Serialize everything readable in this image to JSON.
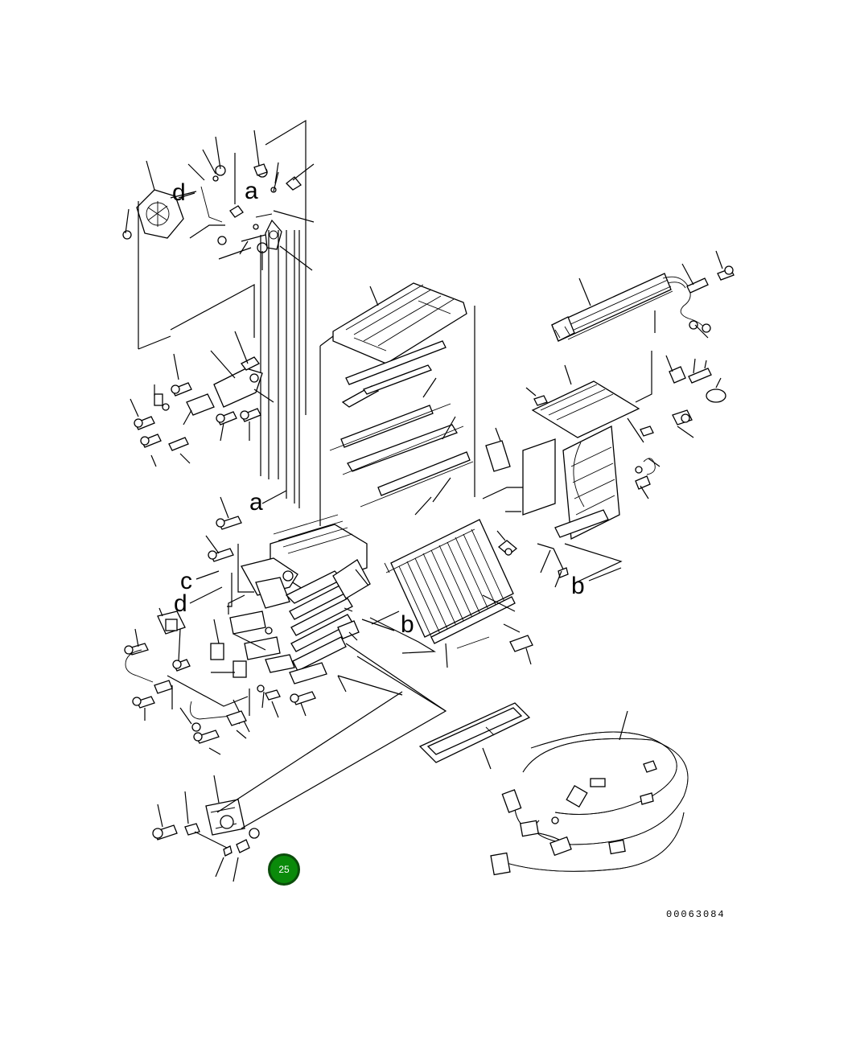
{
  "diagram": {
    "drawing_number": "00063084",
    "hotspot_badge": {
      "label": "25",
      "color": "#0a8a0a",
      "border_color": "#0b4d0b"
    },
    "reference_letters": [
      "a",
      "a",
      "b",
      "b",
      "c",
      "d",
      "d"
    ]
  }
}
